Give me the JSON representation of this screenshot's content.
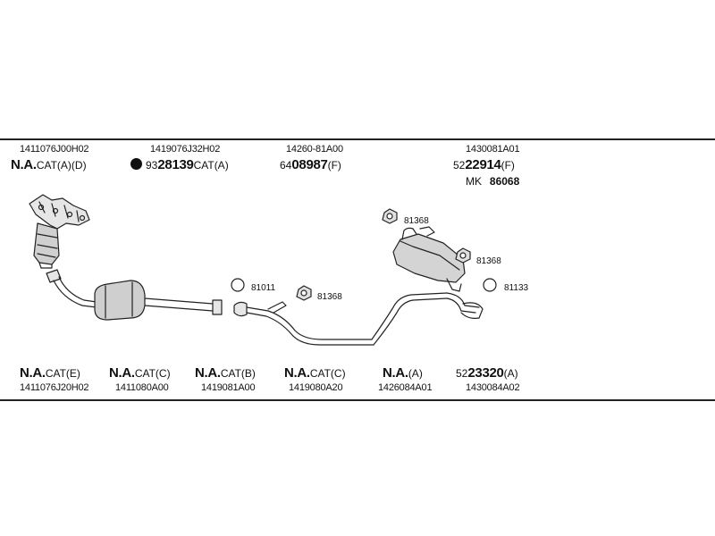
{
  "top_parts": [
    {
      "part_no": "1411076J00H02",
      "na": "N.A.",
      "code": "CAT(A)(D)"
    },
    {
      "part_no": "1419076J32H02",
      "prefix": "93",
      "number": "28139",
      "code": "CAT(A)"
    },
    {
      "part_no": "14260-81A00",
      "prefix": "64",
      "number": "08987",
      "code": "(F)"
    },
    {
      "part_no": "1430081A01",
      "prefix": "52",
      "number": "22914",
      "code": "(F)",
      "extra_prefix": "MK",
      "extra_number": "86068"
    }
  ],
  "bottom_parts": [
    {
      "na": "N.A.",
      "code": "CAT(E)",
      "part_no": "1411076J20H02"
    },
    {
      "na": "N.A.",
      "code": "CAT(C)",
      "part_no": "1411080A00"
    },
    {
      "na": "N.A.",
      "code": "CAT(B)",
      "part_no": "1419081A00"
    },
    {
      "na": "N.A.",
      "code": "CAT(C)",
      "part_no": "1419080A20"
    },
    {
      "na": "N.A.",
      "code": "(A)",
      "part_no": "1426084A01"
    },
    {
      "prefix": "52",
      "number": "23320",
      "code": "(A)",
      "part_no": "1430084A02"
    }
  ],
  "callouts": {
    "c1": "81368",
    "c2": "81368",
    "c3": "81011",
    "c4": "81368",
    "c5": "81133"
  }
}
